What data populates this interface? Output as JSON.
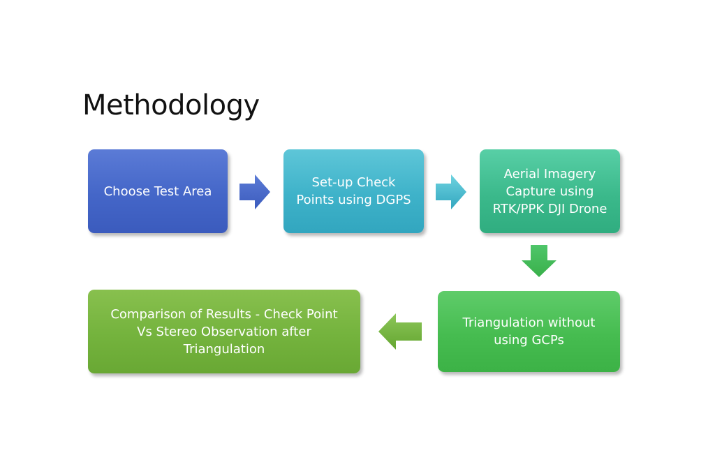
{
  "slide": {
    "title": "Methodology"
  },
  "steps": [
    {
      "label": "Choose Test Area",
      "color": "#4466c8"
    },
    {
      "label": "Set-up Check\nPoints using DGPS",
      "color": "#3eb2c9"
    },
    {
      "label": "Aerial Imagery\nCapture using\nRTK/PPK DJI Drone",
      "color": "#3bb98b"
    },
    {
      "label": "Triangulation without\nusing GCPs",
      "color": "#46bc50"
    },
    {
      "label": "Comparison of Results  - Check Point\nVs Stereo Observation after\nTriangulation",
      "color": "#74b33d"
    }
  ],
  "arrows": [
    {
      "name": "arrow-right-icon",
      "color": "#4466c8"
    },
    {
      "name": "arrow-right-icon",
      "color": "#3eb2c9"
    },
    {
      "name": "arrow-down-icon",
      "color": "#3bb98b"
    },
    {
      "name": "arrow-left-icon",
      "color": "#74b33d"
    }
  ]
}
